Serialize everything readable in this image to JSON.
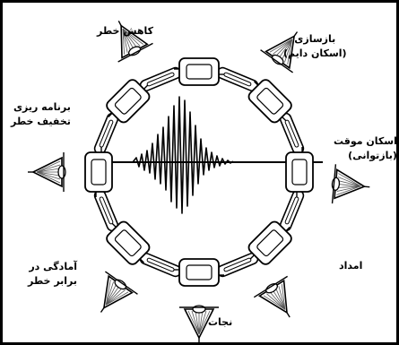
{
  "stages": [
    {
      "id": "mitigation",
      "lines": [
        "کاهش خطر"
      ]
    },
    {
      "id": "reconstruction",
      "lines": [
        "بازسازی",
        "(اسکان دایم)"
      ]
    },
    {
      "id": "temporary",
      "lines": [
        "اسکان موقت",
        "(بازتوانی)"
      ]
    },
    {
      "id": "relief",
      "lines": [
        "امداد"
      ]
    },
    {
      "id": "rescue",
      "lines": [
        "نجات"
      ]
    },
    {
      "id": "preparedness",
      "lines": [
        "آمادگی در",
        "برابر خطر"
      ]
    },
    {
      "id": "planning",
      "lines": [
        "برنامه ریزی",
        "تخفیف خطر"
      ]
    }
  ],
  "colors": {
    "ink": "#000000",
    "paper": "#ffffff",
    "hatch": "#555555"
  }
}
